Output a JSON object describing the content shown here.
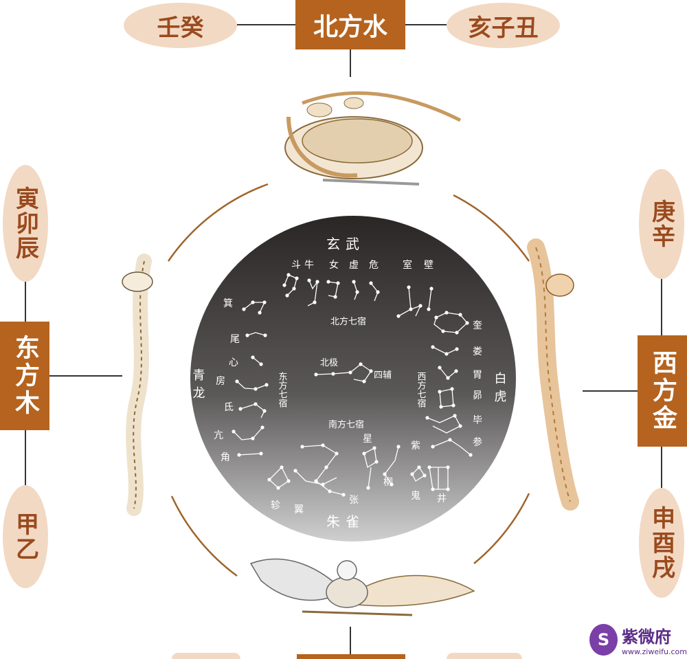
{
  "north": {
    "box": "北方水",
    "left": "壬癸",
    "right": "亥子丑"
  },
  "east": {
    "box": "东方木",
    "top": "寅卯辰",
    "bottom": "甲乙"
  },
  "west": {
    "box": "西方金",
    "top": "庚辛",
    "bottom": "申酉戌"
  },
  "disc": {
    "xuanwu": "玄武",
    "north_mansions": [
      "斗",
      "牛",
      "女",
      "虚",
      "危",
      "室",
      "壁"
    ],
    "north_label": "北方七宿",
    "east_mansions": [
      "箕",
      "尾",
      "心",
      "房",
      "氐",
      "亢",
      "角"
    ],
    "east_label": "东方七宿",
    "qinglong": "青龙",
    "west_mansions": [
      "奎",
      "娄",
      "胃",
      "昴",
      "毕",
      "参"
    ],
    "west_label": "西方七宿",
    "baihu": "白虎",
    "south_mansions": [
      "星",
      "紫",
      "柳",
      "鬼",
      "井",
      "张",
      "翼",
      "轸"
    ],
    "south_label": "南方七宿",
    "zhuque": "朱雀",
    "beiji": "北极",
    "sifu": "四辅"
  },
  "logo": {
    "mark": "S",
    "cn": "紫微府",
    "en": "www.ziweifu.com"
  },
  "colors": {
    "oval": "#f2d9c3",
    "box": "#b5631e",
    "oval_text": "#9a4a1e",
    "arc": "#a0642a"
  }
}
